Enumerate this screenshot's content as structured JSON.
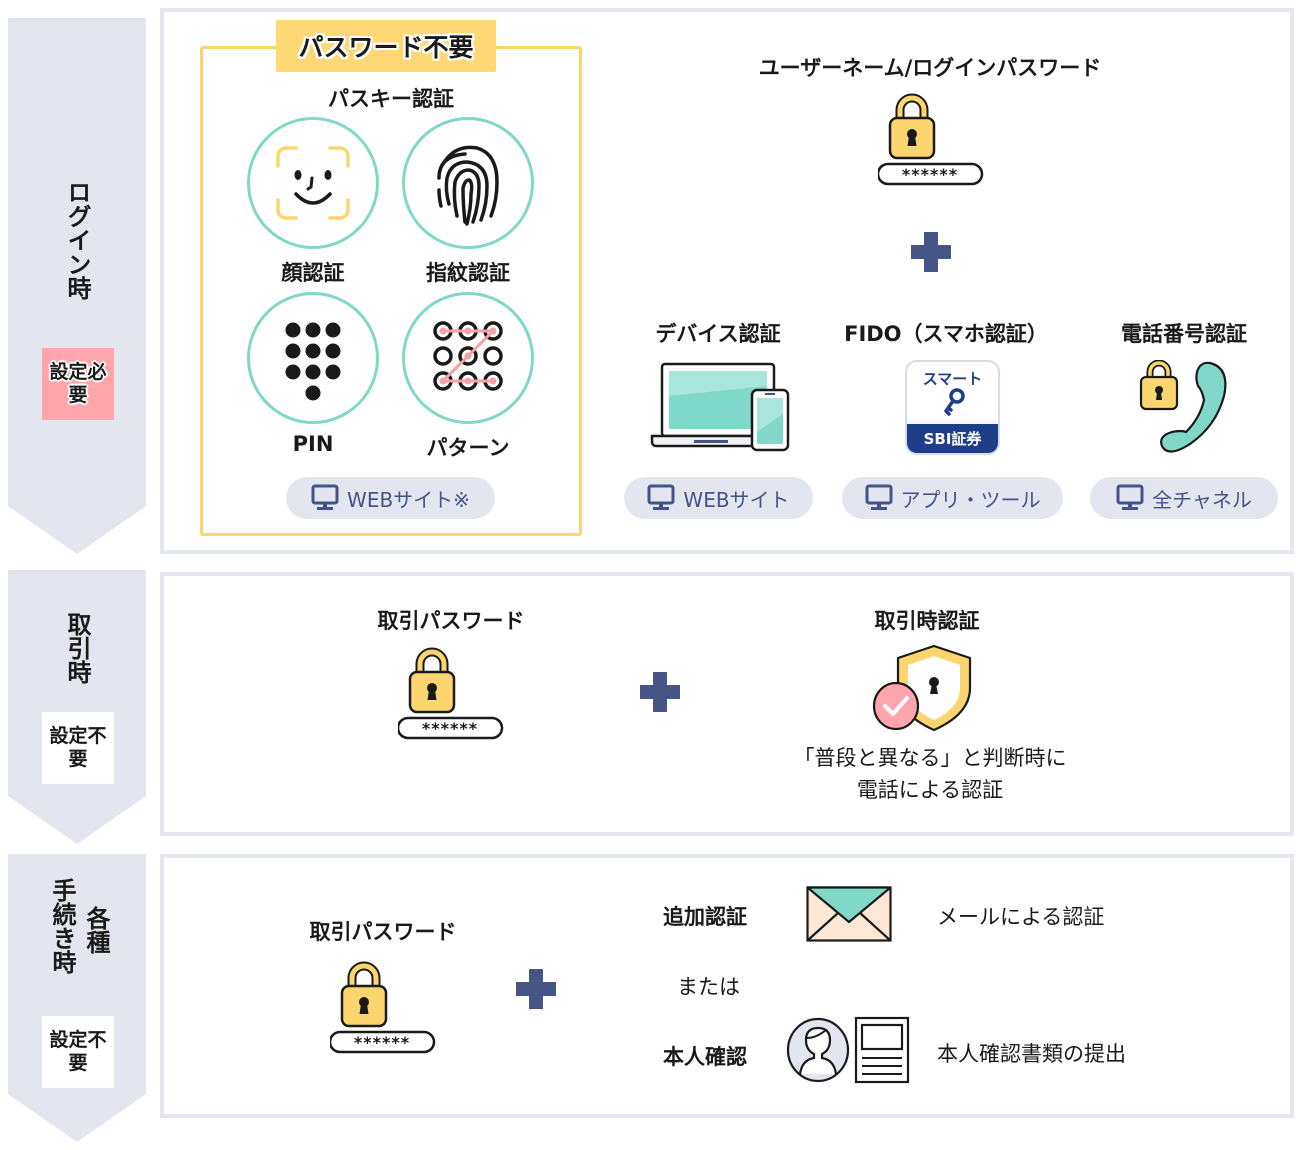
{
  "sections": {
    "login": {
      "label": "ログイン時",
      "badge": "設定必要",
      "passwordless": {
        "tag": "パスワード不要",
        "title": "パスキー認証",
        "methods": [
          {
            "label": "顔認証",
            "icon": "face-id-icon"
          },
          {
            "label": "指紋認証",
            "icon": "fingerprint-icon"
          },
          {
            "label": "PIN",
            "icon": "pin-keypad-icon"
          },
          {
            "label": "パターン",
            "icon": "pattern-lock-icon"
          }
        ],
        "channel": "WEBサイト※"
      },
      "primary": {
        "title": "ユーザーネーム/ログインパスワード",
        "mask": "******"
      },
      "secondary": [
        {
          "title": "デバイス認証",
          "icon": "laptop-phone-icon",
          "channel": "WEBサイト"
        },
        {
          "title": "FIDO（スマホ認証）",
          "icon": "sbi-smart-key-app-icon",
          "channel": "アプリ・ツール",
          "app_top": "スマート",
          "app_bottom": "SBI証券"
        },
        {
          "title": "電話番号認証",
          "icon": "lock-phone-icon",
          "channel": "全チャネル"
        }
      ]
    },
    "trade": {
      "label": "取引時",
      "badge": "設定不要",
      "password": {
        "title": "取引パスワード",
        "mask": "******"
      },
      "auth": {
        "title": "取引時認証",
        "desc_line1": "「普段と異なる」と判断時に",
        "desc_line2": "電話による認証"
      }
    },
    "procedures": {
      "label_col1": "各種",
      "label_col2": "手続き時",
      "badge": "設定不要",
      "password": {
        "title": "取引パスワード",
        "mask": "******"
      },
      "options": [
        {
          "label": "追加認証",
          "icon": "envelope-icon",
          "desc": "メールによる認証"
        },
        {
          "label": "本人確認",
          "icon": "id-document-icon",
          "desc": "本人確認書類の提出"
        }
      ],
      "or_text": "または"
    }
  },
  "colors": {
    "arrow_bg": "#e3e6ee",
    "panel_border": "#e4e7ef",
    "accent_yellow": "#fdd56e",
    "teal": "#7fd8c8",
    "navy": "#465586",
    "badge_required": "#ffa5ab",
    "pill_bg": "#e3e6ef",
    "pill_text": "#44548a"
  }
}
